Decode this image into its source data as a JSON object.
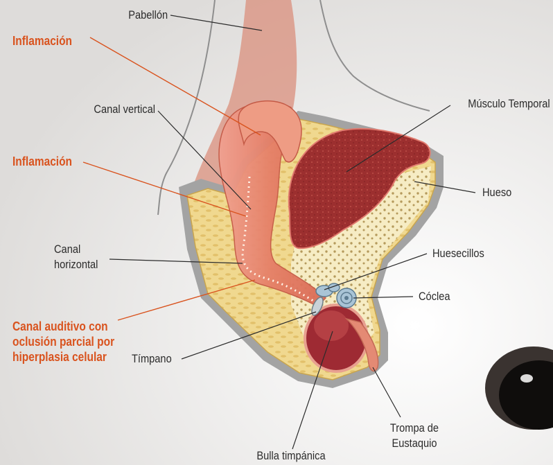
{
  "colors": {
    "highlight": "#d9531e",
    "bone": "#f2dc9a",
    "muscle": "#9c2f2f",
    "canal": "#e88a74",
    "ossicles": "#a9c4d6",
    "background": "#e9e8e6"
  },
  "labels": {
    "pabellon": "Pabellón",
    "inflamacion_1": "Inflamación",
    "canal_vertical": "Canal vertical",
    "musculo_temporal": "Músculo Temporal",
    "inflamacion_2": "Inflamación",
    "hueso": "Hueso",
    "canal_horizontal_1": "Canal",
    "canal_horizontal_2": "horizontal",
    "huesecillos": "Huesecillos",
    "coclea": "Cóclea",
    "oclusion_1": "Canal auditivo con",
    "oclusion_2": "oclusión parcial por",
    "oclusion_3": "hiperplasia celular",
    "timpano": "Tímpano",
    "trompa_1": "Trompa de",
    "trompa_2": "Eustaquio",
    "bulla": "Bulla timpánica"
  }
}
